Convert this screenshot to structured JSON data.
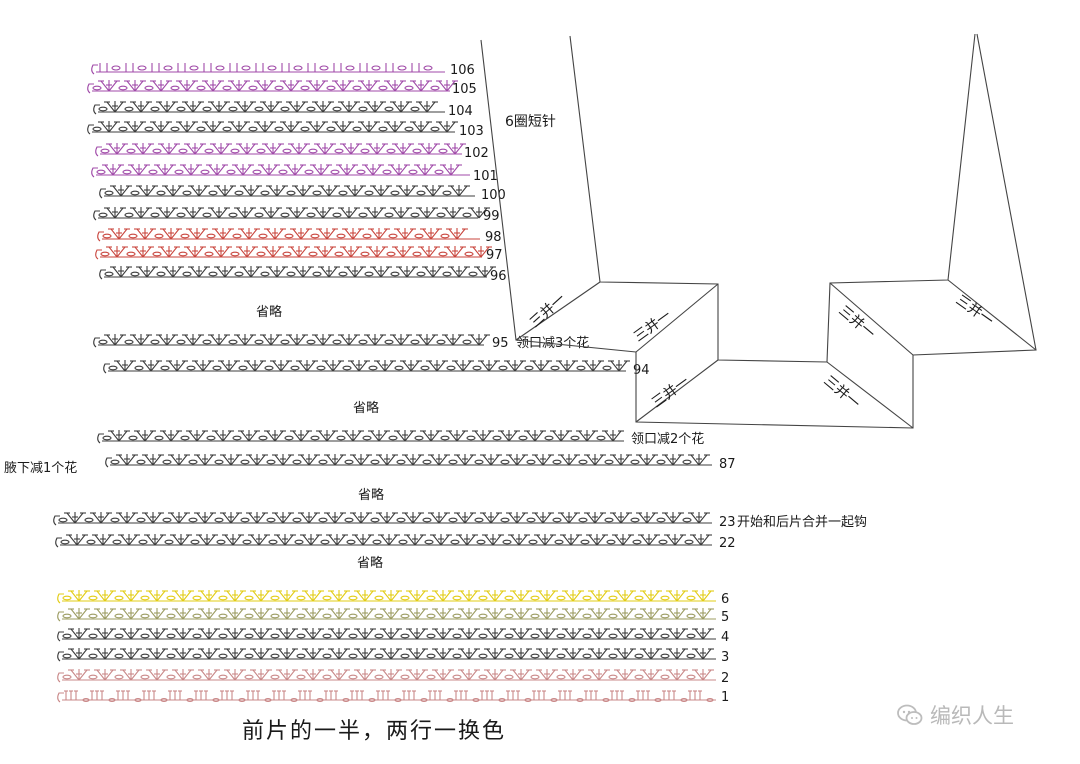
{
  "title": "前片的一半，两行一换色",
  "short_rows_label": "6圈短针",
  "omitted_label": "省略",
  "decrease_label": "三并一",
  "colors": {
    "black": "#3c3c3c",
    "purple": "#a04aa8",
    "red": "#c9463e",
    "olive": "#9c9c62",
    "yellow": "#e2cc14",
    "pink": "#c98888"
  },
  "rows": [
    {
      "label": "106",
      "color": "purple"
    },
    {
      "label": "105",
      "color": "purple"
    },
    {
      "label": "104",
      "color": "black"
    },
    {
      "label": "103",
      "color": "black"
    },
    {
      "label": "102",
      "color": "purple"
    },
    {
      "label": "101",
      "color": "purple"
    },
    {
      "label": "100",
      "color": "black"
    },
    {
      "label": "99",
      "color": "black"
    },
    {
      "label": "98",
      "color": "red"
    },
    {
      "label": "97",
      "color": "red"
    },
    {
      "label": "96",
      "color": "black"
    },
    {
      "label": "95",
      "note": "领口减3个花",
      "color": "black"
    },
    {
      "label": "94",
      "color": "black"
    },
    {
      "label": "",
      "note": "领口减2个花",
      "color": "black"
    },
    {
      "label": "87",
      "note_left": "腋下减1个花",
      "color": "black"
    },
    {
      "label": "23",
      "note": "开始和后片合并一起钩",
      "color": "black"
    },
    {
      "label": "22",
      "color": "black"
    },
    {
      "label": "6",
      "color": "yellow"
    },
    {
      "label": "5",
      "color": "olive"
    },
    {
      "label": "4",
      "color": "black"
    },
    {
      "label": "3",
      "color": "black"
    },
    {
      "label": "2",
      "color": "pink"
    },
    {
      "label": "1",
      "color": "pink"
    }
  ],
  "watermark": {
    "text": "编织人生",
    "icon": "wechat-official-account-icon"
  }
}
